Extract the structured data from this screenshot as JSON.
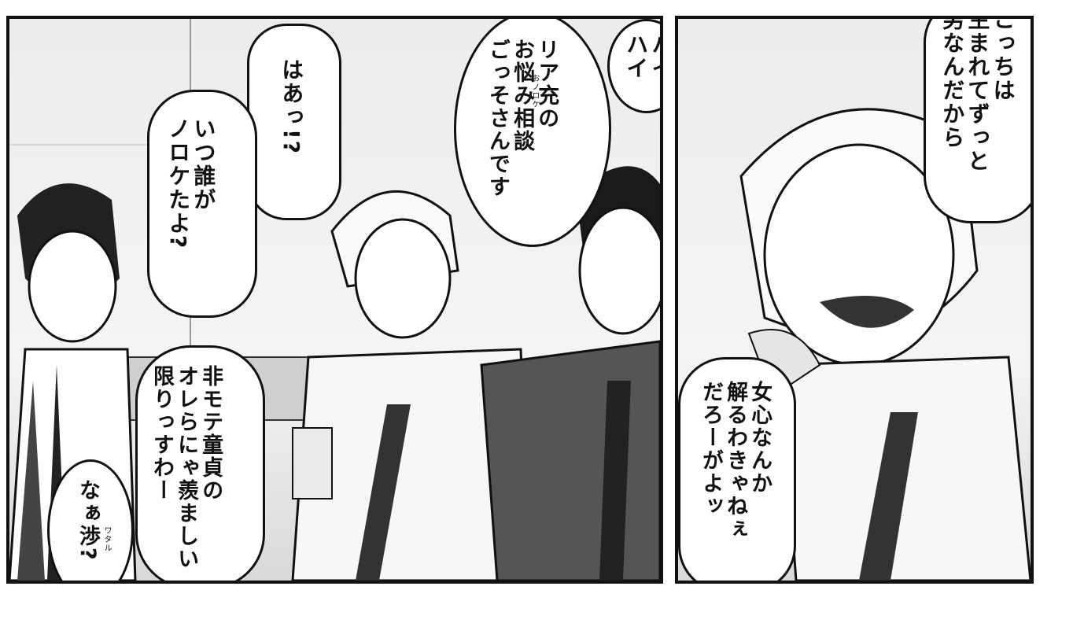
{
  "panels": {
    "left": {
      "bubbles": {
        "haa": "はあっ!?",
        "itsu": "いつ誰が\nノロケたよ?",
        "hai": "ハイ\nハイ",
        "riajuu": "リア充の\nお悩み相談\nごっそさんです",
        "riajuu_ruby": "おノロケ",
        "himote": "非モテ童貞の\nオレらにゃ羨ましい\n限りっすわー",
        "naa": "なぁ渉?",
        "naa_ruby": "ワタル"
      }
    },
    "right": {
      "bubbles": {
        "kocchi": "こっちは\n生まれてずっと\n男なんだから",
        "onnagokoro": "女心なんか\n解るわきゃねぇ\nだろーがよッ"
      }
    }
  },
  "colors": {
    "ink": "#111111",
    "paper": "#ffffff",
    "tone": "#d9d9d9"
  }
}
